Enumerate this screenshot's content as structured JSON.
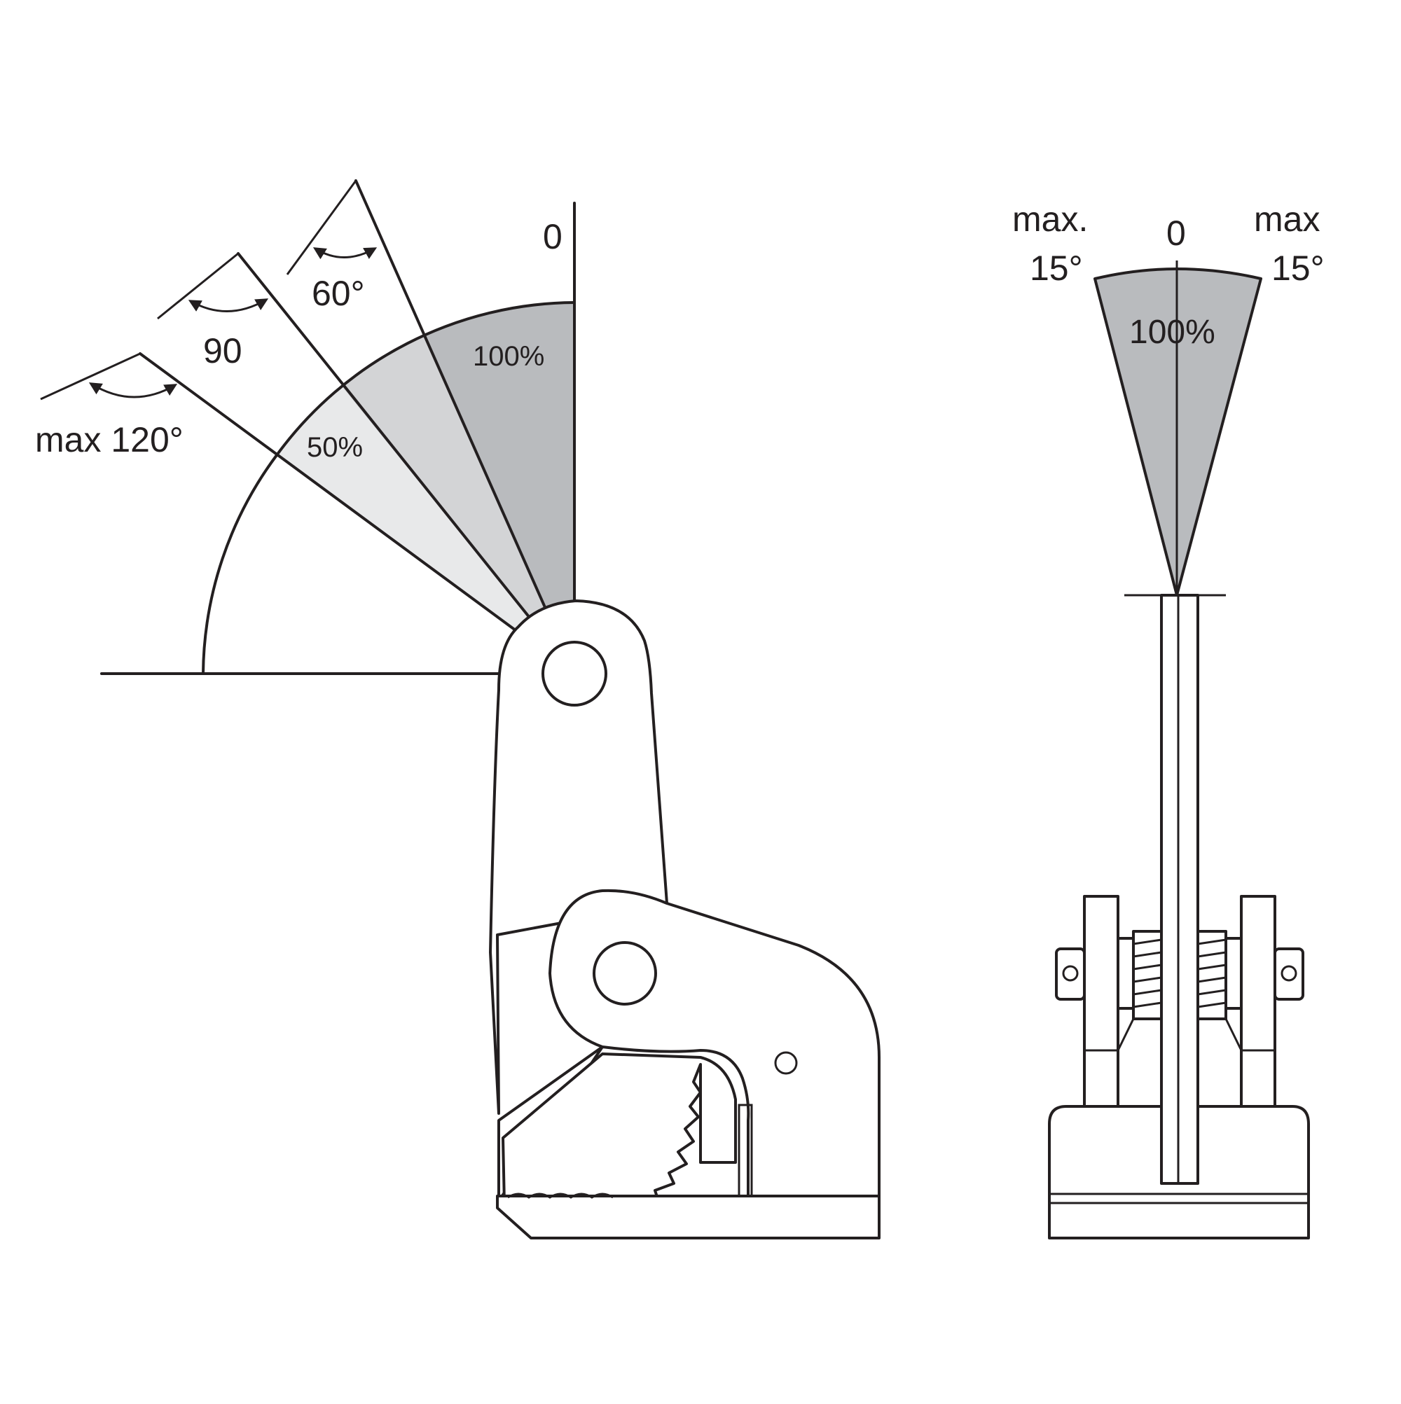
{
  "left_diagram": {
    "zero_label": "0",
    "angle_labels": {
      "a60": "60°",
      "a90": "90",
      "a120": "max 120°"
    },
    "zone_labels": {
      "full": "100%",
      "half": "50%"
    },
    "colors": {
      "full": "#b9bbbe",
      "mid": "#d3d4d6",
      "half": "#e8e9ea"
    }
  },
  "right_diagram": {
    "zero_label": "0",
    "left_label": [
      "max.",
      "15°"
    ],
    "right_label": [
      "max",
      "15°"
    ],
    "zone_label": "100%",
    "colors": {
      "zone": "#b9bbbe"
    }
  }
}
